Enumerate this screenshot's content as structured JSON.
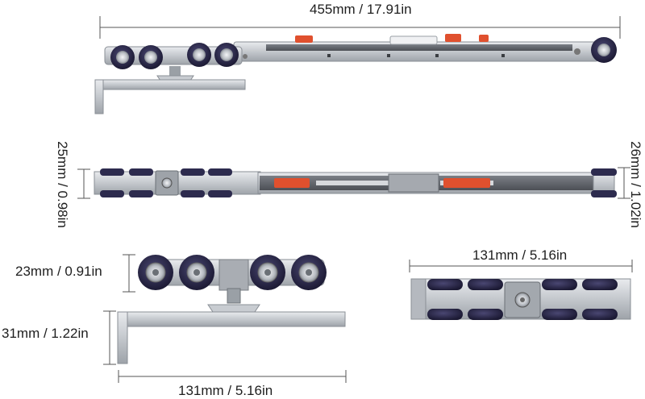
{
  "dimensions": {
    "overall_length": "455mm / 17.91in",
    "height_left_end": "25mm / 0.98in",
    "height_right_end": "26mm / 1.02in",
    "wheel_height": "23mm / 0.91in",
    "bracket_height": "31mm / 1.22in",
    "bracket_length": "131mm / 5.16in",
    "carriage_length": "131mm / 5.16in"
  },
  "colors": {
    "rail": "#c9ccd1",
    "rail_dark": "#5e6167",
    "wheel_tire": "#2d2b4e",
    "wheel_hub": "#b8bcc2",
    "stopper": "#e0502e",
    "dimension_line": "#555555"
  }
}
